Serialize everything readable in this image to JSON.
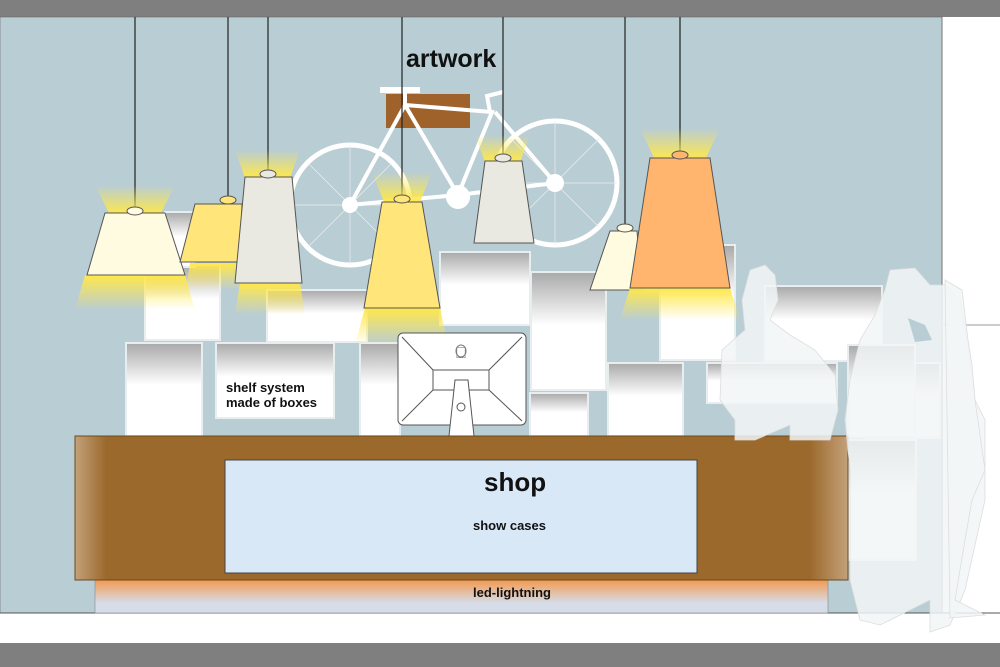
{
  "labels": {
    "artwork": "artwork",
    "shelf": "shelf system made of boxes",
    "shelf_line1": "shelf system",
    "shelf_line2": "made of boxes",
    "shop": "shop",
    "show_cases": "show cases",
    "led": "led-lightning"
  },
  "colors": {
    "frame": "#7f7f7f",
    "wall": "#b9cdd4",
    "counter": "#9b692c",
    "showcase": "#d9e8f7",
    "led_glow": "#f39a50",
    "lamp_cream": "#fffbe0",
    "lamp_yellow": "#ffe57a",
    "lamp_grey": "#e9e9e1",
    "lamp_orange": "#ffb56e",
    "artwork_board": "#a0622b"
  }
}
